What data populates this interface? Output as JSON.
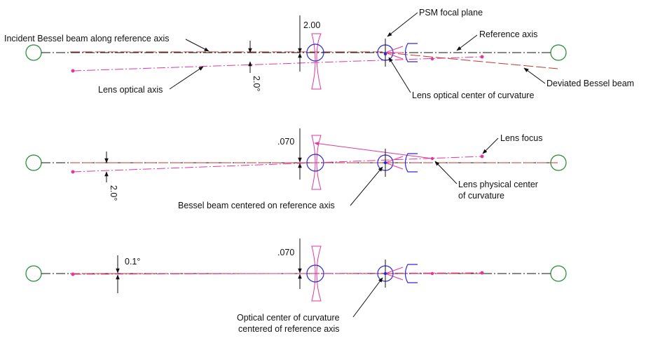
{
  "panel_top": {
    "labels": {
      "incident_beam": "Incident Bessel beam along reference axis",
      "psm_focal_plane": "PSM focal plane",
      "reference_axis": "Reference axis",
      "dimension": "2.00",
      "lens_optical_axis": "Lens optical axis",
      "angle": "2.0°",
      "lens_optical_center": "Lens optical center of curvature",
      "deviated_beam": "Deviated Bessel beam"
    }
  },
  "panel_middle": {
    "labels": {
      "dimension": ".070",
      "lens_focus": "Lens focus",
      "angle": "2.0°",
      "lens_physical_center_line1": "Lens physical center",
      "lens_physical_center_line2": "of curvature",
      "beam_centered": "Bessel beam centered on reference axis"
    }
  },
  "panel_bottom": {
    "labels": {
      "dimension": ".070",
      "angle": "0.1°",
      "optical_center_line1": "Optical center of curvature",
      "optical_center_line2": "centered of reference axis"
    }
  },
  "colors": {
    "reference_axis": "#111111",
    "lens": "#e2379e",
    "bessel_beam": "#c0392b",
    "psm": "#2b2bd6",
    "end_markers": "#1f8a2e"
  }
}
